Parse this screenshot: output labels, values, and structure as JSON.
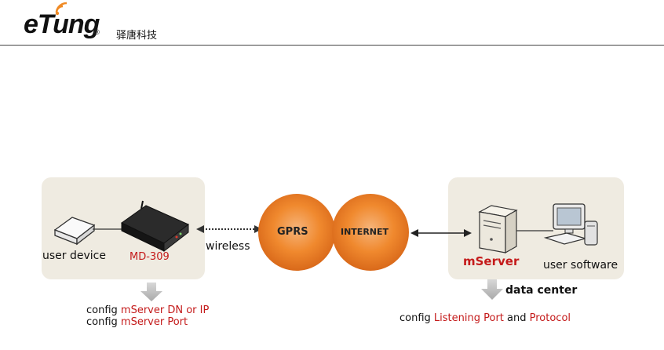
{
  "header": {
    "brand": "eTung",
    "registered_mark": "®",
    "company_cn": "驿唐科技"
  },
  "diagram": {
    "left_panel": {
      "user_device_label": "user device",
      "device_model": "MD-309"
    },
    "link_left_label": "wireless",
    "cloud_gprs": "GPRS",
    "cloud_internet": "INTERNET",
    "right_panel": {
      "server_label": "mServer",
      "user_software_label": "user software",
      "data_center_label": "data center"
    },
    "left_config": {
      "line1_prefix": "config ",
      "line1_highlight": "mServer DN or IP",
      "line2_prefix": "config ",
      "line2_highlight": "mServer Port"
    },
    "right_config": {
      "prefix": "config ",
      "highlight1": "Listening Port",
      "middle": " and ",
      "highlight2": "Protocol"
    }
  },
  "colors": {
    "panel_bg": "#efebe1",
    "cloud_orange": "#f0892e",
    "highlight_red": "#c41a1a",
    "arrow_gray": "#bfbfbf"
  }
}
